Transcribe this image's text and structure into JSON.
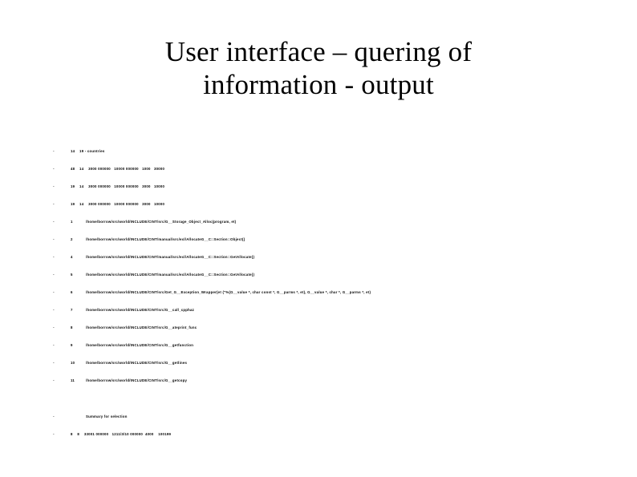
{
  "slide": {
    "background_color": "#ffffff",
    "text_color": "#000000",
    "title": {
      "line1": "User interface – quering of",
      "line2": "information - output"
    },
    "bullet_glyph": "-",
    "rows": [
      {
        "type": "columns",
        "text": "14    19 - countries"
      },
      {
        "type": "columns",
        "text": "48    14    3000 000000   10000 000000   1000   30000"
      },
      {
        "type": "columns",
        "text": "19    14    3000 000000   10000 000000   3000   10000"
      },
      {
        "type": "columns",
        "text": "19    14    3000 000000   10000 000000   3000   10000"
      },
      {
        "type": "entry",
        "index": "1",
        "text": "/home/borrow/src/world/INCLUDE/CINT/src/G__Storage_Object_Alloc(program, et)"
      },
      {
        "type": "entry",
        "index": "2",
        "text": "/home/borrow/src/world/INCLUDE/CINT/manual/src/exl/AllocateG__C::Section::Object()"
      },
      {
        "type": "entry",
        "index": "4",
        "text": "/home/borrow/src/world/INCLUDE/CINT/manual/src/exl/AllocateG__C::Section::GetAllocate()"
      },
      {
        "type": "entry",
        "index": "5",
        "text": "/home/borrow/src/world/INCLUDE/CINT/manual/src/exl/AllocateG__C::Section::GetAllocate()"
      },
      {
        "type": "entry",
        "index": "6",
        "text": "/home/borrow/src/world/INCLUDE/CINT/src/Get_G__Exception_Wrapper(et (\"%(G__value *, char const *, G__parms *, et), G__value *, char *, G__parms *, et)"
      },
      {
        "type": "entry",
        "index": "7",
        "text": "/home/borrow/src/world/INCLUDE/CINT/src/G__call_cpphaz"
      },
      {
        "type": "entry",
        "index": "8",
        "text": "/home/borrow/src/world/INCLUDE/CINT/src/G__ateprint_func"
      },
      {
        "type": "entry",
        "index": "9",
        "text": "/home/borrow/src/world/INCLUDE/CINT/src/G__getfunction"
      },
      {
        "type": "entry",
        "index": "10",
        "text": "/home/borrow/src/world/INCLUDE/CINT/src/G__getlines"
      },
      {
        "type": "entry",
        "index": "11",
        "text": "/home/borrow/src/world/INCLUDE/CINT/src/G__getcopy"
      },
      {
        "type": "note",
        "text": "Summary for selection"
      },
      {
        "type": "columns",
        "text": "8    8    33001 000000   1211/3/10 000000  4000    100199"
      }
    ]
  }
}
